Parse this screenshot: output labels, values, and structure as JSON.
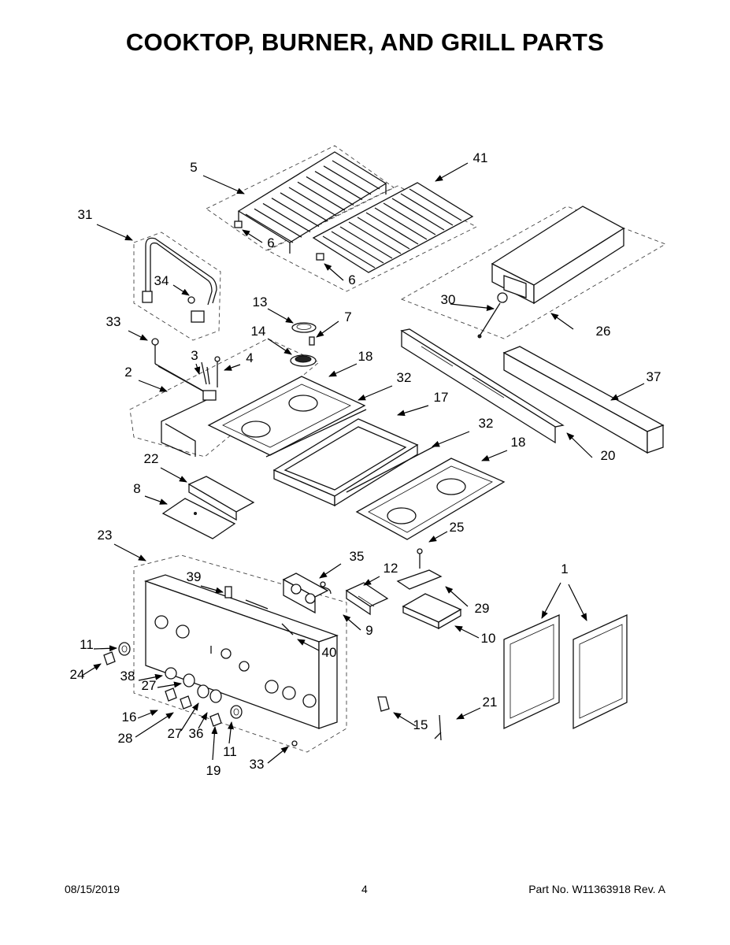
{
  "title": "COOKTOP, BURNER, AND GRILL PARTS",
  "footer": {
    "date": "08/15/2019",
    "page": "4",
    "part_number": "Part No.  W11363918  Rev.  A"
  },
  "callouts": [
    {
      "id": "c1",
      "label": "1"
    },
    {
      "id": "c2",
      "label": "2"
    },
    {
      "id": "c3",
      "label": "3"
    },
    {
      "id": "c4",
      "label": "4"
    },
    {
      "id": "c5",
      "label": "5"
    },
    {
      "id": "c6a",
      "label": "6"
    },
    {
      "id": "c6b",
      "label": "6"
    },
    {
      "id": "c7",
      "label": "7"
    },
    {
      "id": "c8",
      "label": "8"
    },
    {
      "id": "c9",
      "label": "9"
    },
    {
      "id": "c10",
      "label": "10"
    },
    {
      "id": "c11a",
      "label": "11"
    },
    {
      "id": "c11b",
      "label": "11"
    },
    {
      "id": "c12",
      "label": "12"
    },
    {
      "id": "c13",
      "label": "13"
    },
    {
      "id": "c14",
      "label": "14"
    },
    {
      "id": "c15",
      "label": "15"
    },
    {
      "id": "c16",
      "label": "16"
    },
    {
      "id": "c17",
      "label": "17"
    },
    {
      "id": "c18a",
      "label": "18"
    },
    {
      "id": "c18b",
      "label": "18"
    },
    {
      "id": "c19",
      "label": "19"
    },
    {
      "id": "c20",
      "label": "20"
    },
    {
      "id": "c21",
      "label": "21"
    },
    {
      "id": "c22",
      "label": "22"
    },
    {
      "id": "c23",
      "label": "23"
    },
    {
      "id": "c24",
      "label": "24"
    },
    {
      "id": "c25",
      "label": "25"
    },
    {
      "id": "c26",
      "label": "26"
    },
    {
      "id": "c27a",
      "label": "27"
    },
    {
      "id": "c27b",
      "label": "27"
    },
    {
      "id": "c28",
      "label": "28"
    },
    {
      "id": "c29",
      "label": "29"
    },
    {
      "id": "c30",
      "label": "30"
    },
    {
      "id": "c31",
      "label": "31"
    },
    {
      "id": "c32a",
      "label": "32"
    },
    {
      "id": "c32b",
      "label": "32"
    },
    {
      "id": "c33a",
      "label": "33"
    },
    {
      "id": "c33b",
      "label": "33"
    },
    {
      "id": "c34",
      "label": "34"
    },
    {
      "id": "c35",
      "label": "35"
    },
    {
      "id": "c36",
      "label": "36"
    },
    {
      "id": "c37",
      "label": "37"
    },
    {
      "id": "c38",
      "label": "38"
    },
    {
      "id": "c39",
      "label": "39"
    },
    {
      "id": "c40",
      "label": "40"
    },
    {
      "id": "c41",
      "label": "41"
    }
  ]
}
